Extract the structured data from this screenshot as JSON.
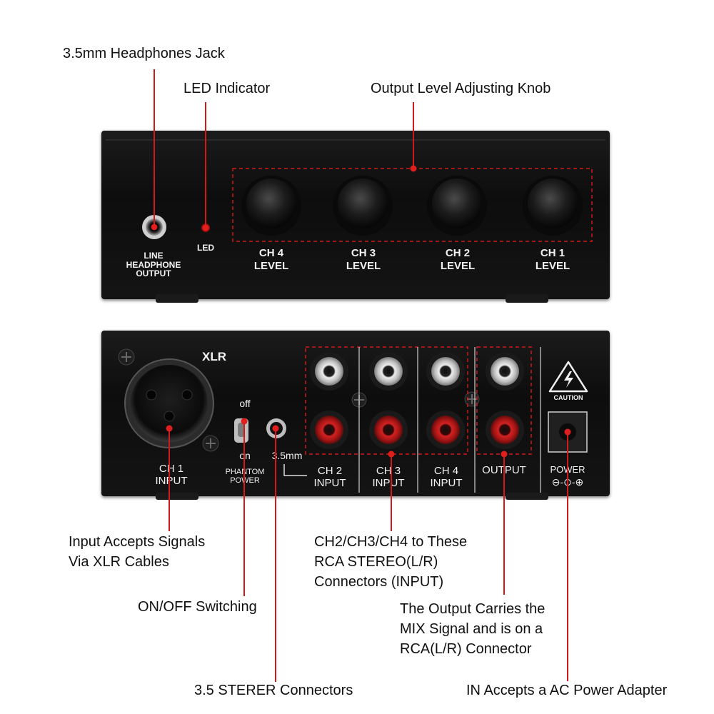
{
  "callouts": {
    "headphones_jack": "3.5mm Headphones Jack",
    "led_indicator": "LED Indicator",
    "output_knob": "Output Level Adjusting Knob",
    "xlr_input": [
      "Input Accepts Signals",
      "Via XLR Cables"
    ],
    "on_off": "ON/OFF Switching",
    "rca_inputs": [
      "CH2/CH3/CH4 to These",
      "RCA STEREO(L/R)",
      "Connectors (INPUT)"
    ],
    "output_mix": [
      "The Output Carries the",
      "MIX Signal and is on a",
      "RCA(L/R) Connector"
    ],
    "stereo_35": "3.5 STERER Connectors",
    "power_adapter": "IN Accepts a AC Power Adapter"
  },
  "front_panel": {
    "headphone_label": [
      "LINE",
      "HEADPHONE",
      "OUTPUT"
    ],
    "led_label": "LED",
    "knobs": [
      {
        "line1": "CH 4",
        "line2": "LEVEL"
      },
      {
        "line1": "CH 3",
        "line2": "LEVEL"
      },
      {
        "line1": "CH 2",
        "line2": "LEVEL"
      },
      {
        "line1": "CH 1",
        "line2": "LEVEL"
      }
    ]
  },
  "back_panel": {
    "xlr_title": "XLR",
    "ch1_input": [
      "CH 1",
      "INPUT"
    ],
    "switch_off": "off",
    "switch_on": "on",
    "phantom": [
      "PHANTOM",
      "POWER"
    ],
    "jack_35": "3.5mm",
    "rca_groups": [
      {
        "line1": "CH 2",
        "line2": "INPUT"
      },
      {
        "line1": "CH 3",
        "line2": "INPUT"
      },
      {
        "line1": "CH 4",
        "line2": "INPUT"
      }
    ],
    "output_label": "OUTPUT",
    "caution": "CAUTION",
    "power_label": "POWER",
    "power_symbol": "⊖-⊙-⊕"
  },
  "colors": {
    "callout_line": "#d0191b",
    "dashed_box": "#cc1a1a",
    "panel": "#141414",
    "panel_text": "#f2f2f2"
  }
}
